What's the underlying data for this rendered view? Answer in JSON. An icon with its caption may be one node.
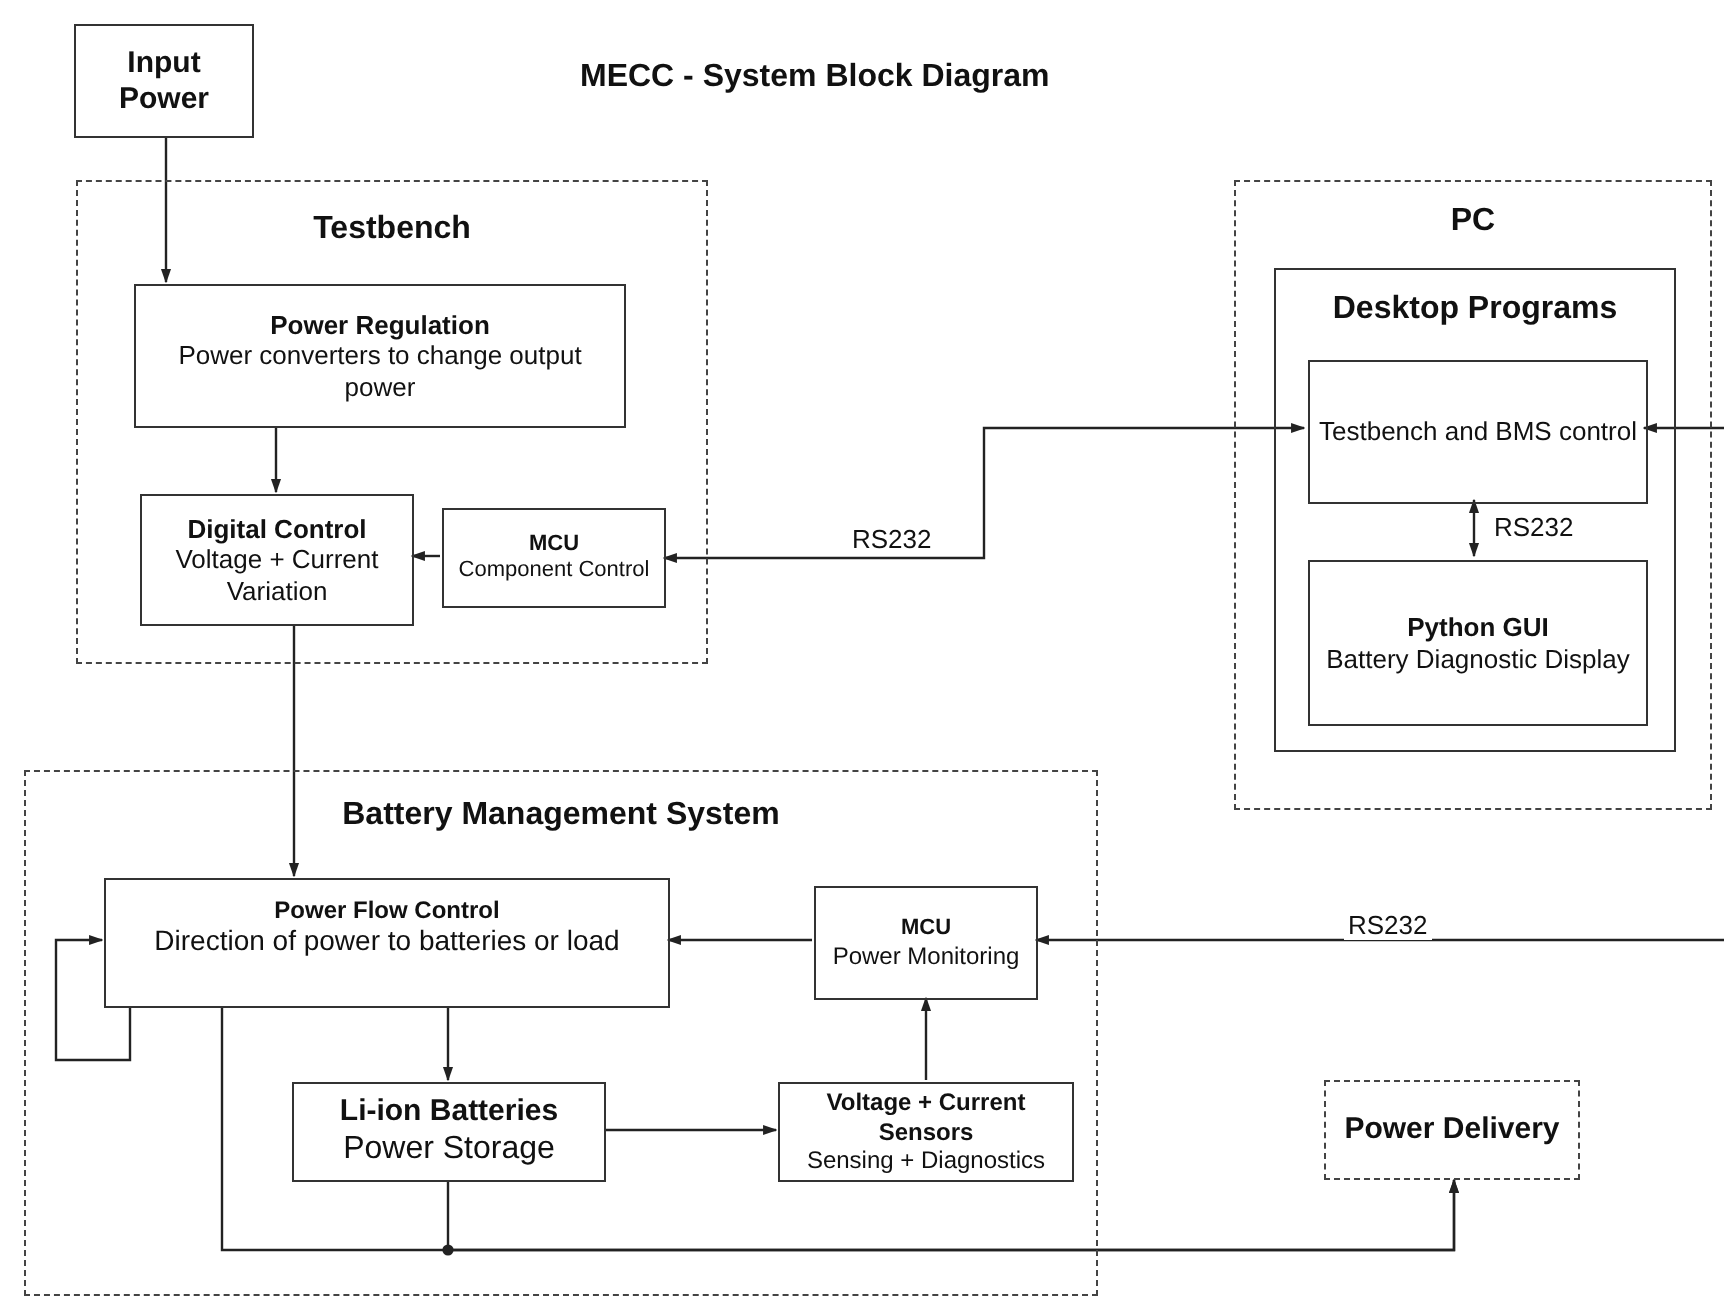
{
  "diagram": {
    "title": "MECC - System Block Diagram",
    "nodes": [
      {
        "text": [
          "Input Power"
        ]
      },
      {
        "text": [
          "Testbench"
        ]
      },
      {
        "text": [
          "Power Regulation",
          "Power converters to change output power"
        ],
        "in": 1
      },
      {
        "text": [
          "Digital Control",
          "Voltage + Current Variation"
        ],
        "in": 1
      },
      {
        "text": [
          "MCU",
          "Component Control"
        ],
        "in": 1
      },
      {
        "text": [
          "PC"
        ]
      },
      {
        "text": [
          "Desktop Programs"
        ],
        "in": 5
      },
      {
        "text": [
          "Testbench and BMS control"
        ],
        "in": 6
      },
      {
        "text": [
          "Python GUI",
          "Battery Diagnostic Display"
        ],
        "in": 6
      },
      {
        "text": [
          "Battery Management System"
        ]
      },
      {
        "text": [
          "Power Flow Control",
          "Direction of power to batteries or load"
        ],
        "in": 9
      },
      {
        "text": [
          "MCU",
          "Power Monitoring"
        ],
        "in": 9
      },
      {
        "text": [
          "Li-ion Batteries",
          "Power Storage"
        ],
        "in": 9
      },
      {
        "text": [
          "Voltage + Current Sensors",
          "Sensing + Diagnostics"
        ],
        "in": 9
      },
      {
        "text": [
          "Power Delivery"
        ]
      }
    ],
    "edges": [
      {
        "from": 0,
        "to": 2,
        "arrow": "to"
      },
      {
        "from": 2,
        "to": 3,
        "arrow": "to"
      },
      {
        "from": 4,
        "to": 3,
        "arrow": "to"
      },
      {
        "from": 4,
        "to": 7,
        "arrow": "both",
        "label": "RS232"
      },
      {
        "from": null,
        "to": 7,
        "arrow": "to"
      },
      {
        "from": 7,
        "to": 8,
        "arrow": "both",
        "label": "RS232"
      },
      {
        "from": 3,
        "to": 10,
        "arrow": "to"
      },
      {
        "from": 10,
        "to": 10,
        "arrow": "to"
      },
      {
        "from": 11,
        "to": 10,
        "arrow": "to"
      },
      {
        "from": null,
        "to": 11,
        "arrow": "to",
        "label": "RS232"
      },
      {
        "from": 10,
        "to": 12,
        "arrow": "to"
      },
      {
        "from": 12,
        "to": 13,
        "arrow": "to"
      },
      {
        "from": 13,
        "to": 11,
        "arrow": "to"
      },
      {
        "from": 10,
        "to": 14,
        "arrow": "to"
      },
      {
        "from": 12,
        "to": 14,
        "arrow": "to"
      }
    ]
  }
}
